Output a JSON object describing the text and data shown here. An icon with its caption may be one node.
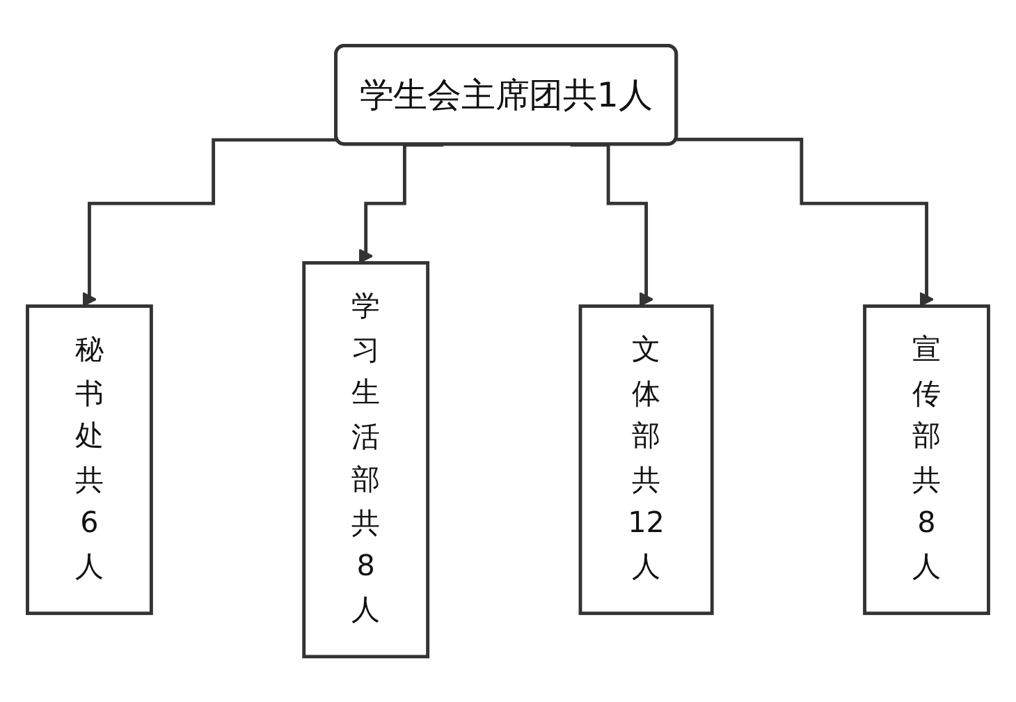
{
  "diagram": {
    "nodes": [
      {
        "text": [
          "学生会主席团共1人"
        ]
      },
      {
        "text": [
          "秘书处共6人"
        ]
      },
      {
        "text": [
          "学习生活部共8人"
        ]
      },
      {
        "text": [
          "文体部共12人"
        ]
      },
      {
        "text": [
          "宣传部共8人"
        ]
      }
    ],
    "edges": [
      {
        "from": 0,
        "to": 1,
        "arrow": "to"
      },
      {
        "from": 0,
        "to": 2,
        "arrow": "to"
      },
      {
        "from": 0,
        "to": 3,
        "arrow": "to"
      },
      {
        "from": 0,
        "to": 4,
        "arrow": "to"
      }
    ]
  }
}
